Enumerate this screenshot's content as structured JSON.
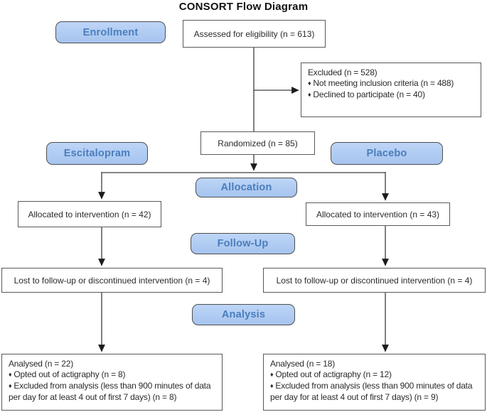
{
  "title": "CONSORT Flow Diagram",
  "bullet_glyph": "♦",
  "stage_labels": {
    "enrollment": "Enrollment",
    "escitalopram": "Escitalopram",
    "placebo": "Placebo",
    "allocation": "Allocation",
    "follow_up": "Follow-Up",
    "analysis": "Analysis"
  },
  "boxes": {
    "assessed": "Assessed for eligibility (n = 613)",
    "excluded": {
      "title": "Excluded (n = 528)",
      "bullets": [
        "Not meeting inclusion criteria (n = 488)",
        "Declined to participate (n = 40)"
      ]
    },
    "randomized": "Randomized (n = 85)",
    "allocated_left": "Allocated to intervention (n = 42)",
    "allocated_right": "Allocated to intervention (n = 43)",
    "lost_left": "Lost to follow-up or discontinued intervention (n = 4)",
    "lost_right": "Lost to follow-up or discontinued intervention (n = 4)",
    "analysed_left": {
      "title": "Analysed (n = 22)",
      "bullets": [
        "Opted out of actigraphy (n = 8)",
        "Excluded from analysis (less than 900 minutes of data per day for at least 4 out of first 7 days) (n = 8)"
      ]
    },
    "analysed_right": {
      "title": "Analysed (n = 18)",
      "bullets": [
        "Opted out of actigraphy (n = 12)",
        "Excluded from analysis (less than 900 minutes of data per day for at least 4 out of first 7 days) (n = 9)"
      ]
    }
  },
  "colors": {
    "stage_fill": "#adc9f2",
    "stage_text": "#4a7ebc",
    "box_border": "#595959",
    "connector": "#3d3d3d"
  }
}
